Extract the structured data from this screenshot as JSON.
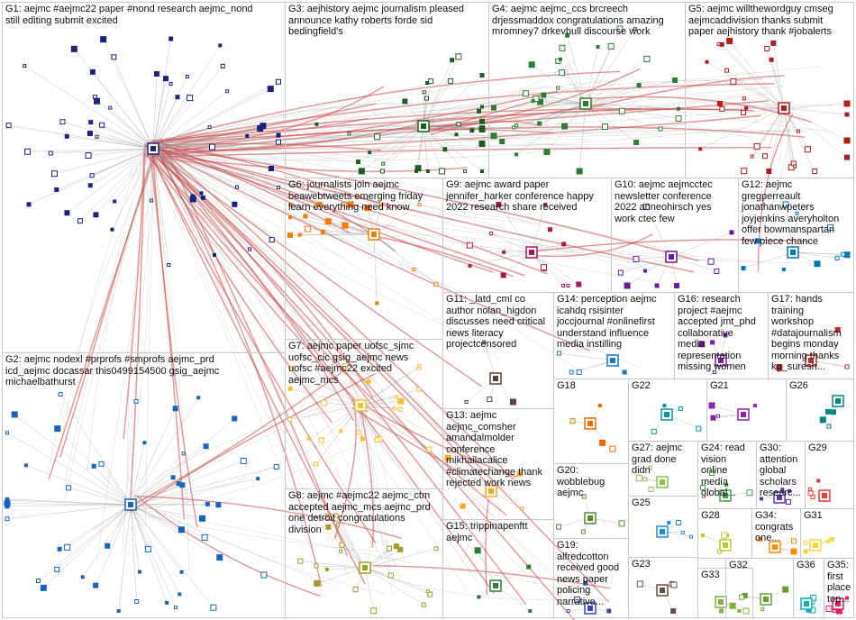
{
  "groups": [
    {
      "id": "G1",
      "label": "G1: aejmc #aejmc22 paper #nond research aejmc_nond\nstill editing submit excited"
    },
    {
      "id": "G2",
      "label": "G2: aejmc nodexl #prprofs #smprofs aejmc_prd\nicd_aejmc docassar this0499154500 gsig_aejmc\nmichaelbathurst"
    },
    {
      "id": "G3",
      "label": "G3: aejhistory aejmc journalism pleased\nannounce kathy roberts forde sid\nbedingfield's"
    },
    {
      "id": "G4",
      "label": "G4: aejmc aejmc_ccs brcreech\ndrjessmaddox congratulations amazing\nmromney7 drkevhull discourse work"
    },
    {
      "id": "G5",
      "label": "G5: aejmc willthewordguy cmseg\naejmcaddivision thanks submit\npaper aejhistory thank #jobalerts"
    },
    {
      "id": "G6",
      "label": "G6: journalists join aejmc\nbeawebtweets emerging friday\nlearn everything need know"
    },
    {
      "id": "G7",
      "label": "G7: aejmc paper uofsc_sjmc\nuofsc_cic gsig_aejmc news\nuofsc #aejmc22 excited\naejmc_mcs"
    },
    {
      "id": "G8",
      "label": "G8: aejmc #aejmc22 aejmc_ctm\naccepted aejmc_mcs aejmc_prd\none detroit congratulations\ndivision"
    },
    {
      "id": "G9",
      "label": "G9: aejmc award paper\njennifer_harker conference happy\n2022 research share received"
    },
    {
      "id": "G10",
      "label": "G10: aejmc aejmcctec\nnewsletter conference\n2022 anneohirsch yes\nwork ctec few"
    },
    {
      "id": "G11",
      "label": "G11: _latd_cml co\nauthor nolan_higdon\ndiscusses need critical\nnews literacy\nprojectcensored"
    },
    {
      "id": "G12",
      "label": "G12: aejmc\ngregperreault\njonathanwpeters\njoyjenkins averyholton\noffer bowmanspartan\nfew piece chance"
    },
    {
      "id": "G13",
      "label": "G13: aejmc\naejmc_comsher\namandalmolder\nconference\nmikhailacalice\n#climatechange thank\nrejected work news"
    },
    {
      "id": "G14",
      "label": "G14: perception aejmc\nicahdq rsisinter\njoccjournal #onlinefirst\nunderstand influence\nmedia instilling"
    },
    {
      "id": "G15",
      "label": "G15: trippinapenftt\naejmc"
    },
    {
      "id": "G16",
      "label": "G16: research\nproject #aejmc\naccepted jmt_phd\ncollaborative\nmedia\nrepresentation\nmissing women"
    },
    {
      "id": "G17",
      "label": "G17: hands\ntraining\nworkshop\n#datajournalism\nbegins monday\nmorning thanks\nkg_suresh..."
    },
    {
      "id": "G18",
      "label": "G18"
    },
    {
      "id": "G19",
      "label": "G19:\nalfredcotton\nreceived good\nnews paper\npolicing\nnarrative..."
    },
    {
      "id": "G20",
      "label": "G20:\nwobblebug\naejmc"
    },
    {
      "id": "G21",
      "label": "G21"
    },
    {
      "id": "G22",
      "label": "G22"
    },
    {
      "id": "G23",
      "label": "G23"
    },
    {
      "id": "G24",
      "label": "G24: read\nvision\nonline\nmedia\nglobal..."
    },
    {
      "id": "G25",
      "label": "G25"
    },
    {
      "id": "G26",
      "label": "G26"
    },
    {
      "id": "G27",
      "label": "G27: aejmc\ngrad done\ndidn"
    },
    {
      "id": "G28",
      "label": "G28"
    },
    {
      "id": "G29",
      "label": "G29"
    },
    {
      "id": "G30",
      "label": "G30:\nattention\nglobal\nscholars\nresearc..."
    },
    {
      "id": "G31",
      "label": "G31"
    },
    {
      "id": "G32",
      "label": "G32"
    },
    {
      "id": "G33",
      "label": "G33"
    },
    {
      "id": "G34",
      "label": "G34:\ncongrats\none..."
    },
    {
      "id": "G35",
      "label": "G35:\nfirst\nplace\ntop..."
    },
    {
      "id": "G36",
      "label": "G36"
    }
  ],
  "colors": {
    "G1": "#1a237e",
    "G2": "#1565c0",
    "G3": "#1b5e20",
    "G4": "#2e7d32",
    "G5": "#b71c1c",
    "G6": "#f57c00",
    "G7": "#fbc02d",
    "G8": "#9e9d24",
    "G9": "#ad1457",
    "G10": "#6a1b9a",
    "G11": "#5d4037",
    "G12": "#0277bd",
    "G13": "#f9a825",
    "G14": "#1976d2",
    "G15": "#2e7d32",
    "G16": "#7b1fa2",
    "G17": "#c62828",
    "G18": "#ef6c00",
    "G19": "#3949ab",
    "G20": "#558b2f",
    "G21": "#8e24aa",
    "G22": "#0097a7",
    "G23": "#6d4c41",
    "G24": "#43a047",
    "G25": "#1e88e5",
    "G26": "#00897b",
    "G27": "#8bc34a",
    "G28": "#c0ca33",
    "G29": "#e53935",
    "G30": "#5e35b1",
    "G31": "#fdd835",
    "G32": "#689f38",
    "G33": "#7cb342",
    "G34": "#fb8c00",
    "G35": "#e91e63",
    "G36": "#00acc1",
    "edge": "#d23c3c",
    "edge_light": "#b0b0b0"
  },
  "edges": [
    [
      "G1",
      "G3",
      6
    ],
    [
      "G1",
      "G4",
      5
    ],
    [
      "G1",
      "G5",
      5
    ],
    [
      "G1",
      "G2",
      6
    ],
    [
      "G1",
      "G7",
      4
    ],
    [
      "G1",
      "G8",
      4
    ],
    [
      "G1",
      "G6",
      3
    ],
    [
      "G1",
      "G9",
      3
    ],
    [
      "G1",
      "G10",
      2
    ],
    [
      "G1",
      "G13",
      3
    ],
    [
      "G1",
      "G19",
      2
    ],
    [
      "G1",
      "G15",
      2
    ],
    [
      "G2",
      "G7",
      2
    ],
    [
      "G2",
      "G8",
      2
    ],
    [
      "G3",
      "G4",
      3
    ],
    [
      "G4",
      "G5",
      2
    ],
    [
      "G3",
      "G5",
      2
    ],
    [
      "G7",
      "G8",
      2
    ],
    [
      "G7",
      "G13",
      2
    ],
    [
      "G9",
      "G10",
      1
    ],
    [
      "G6",
      "G9",
      1
    ],
    [
      "G1",
      "G11",
      1
    ],
    [
      "G1",
      "G14",
      1
    ],
    [
      "G5",
      "G12",
      1
    ],
    [
      "G9",
      "G12",
      1
    ],
    [
      "G13",
      "G15",
      1
    ],
    [
      "G8",
      "G19",
      1
    ]
  ]
}
